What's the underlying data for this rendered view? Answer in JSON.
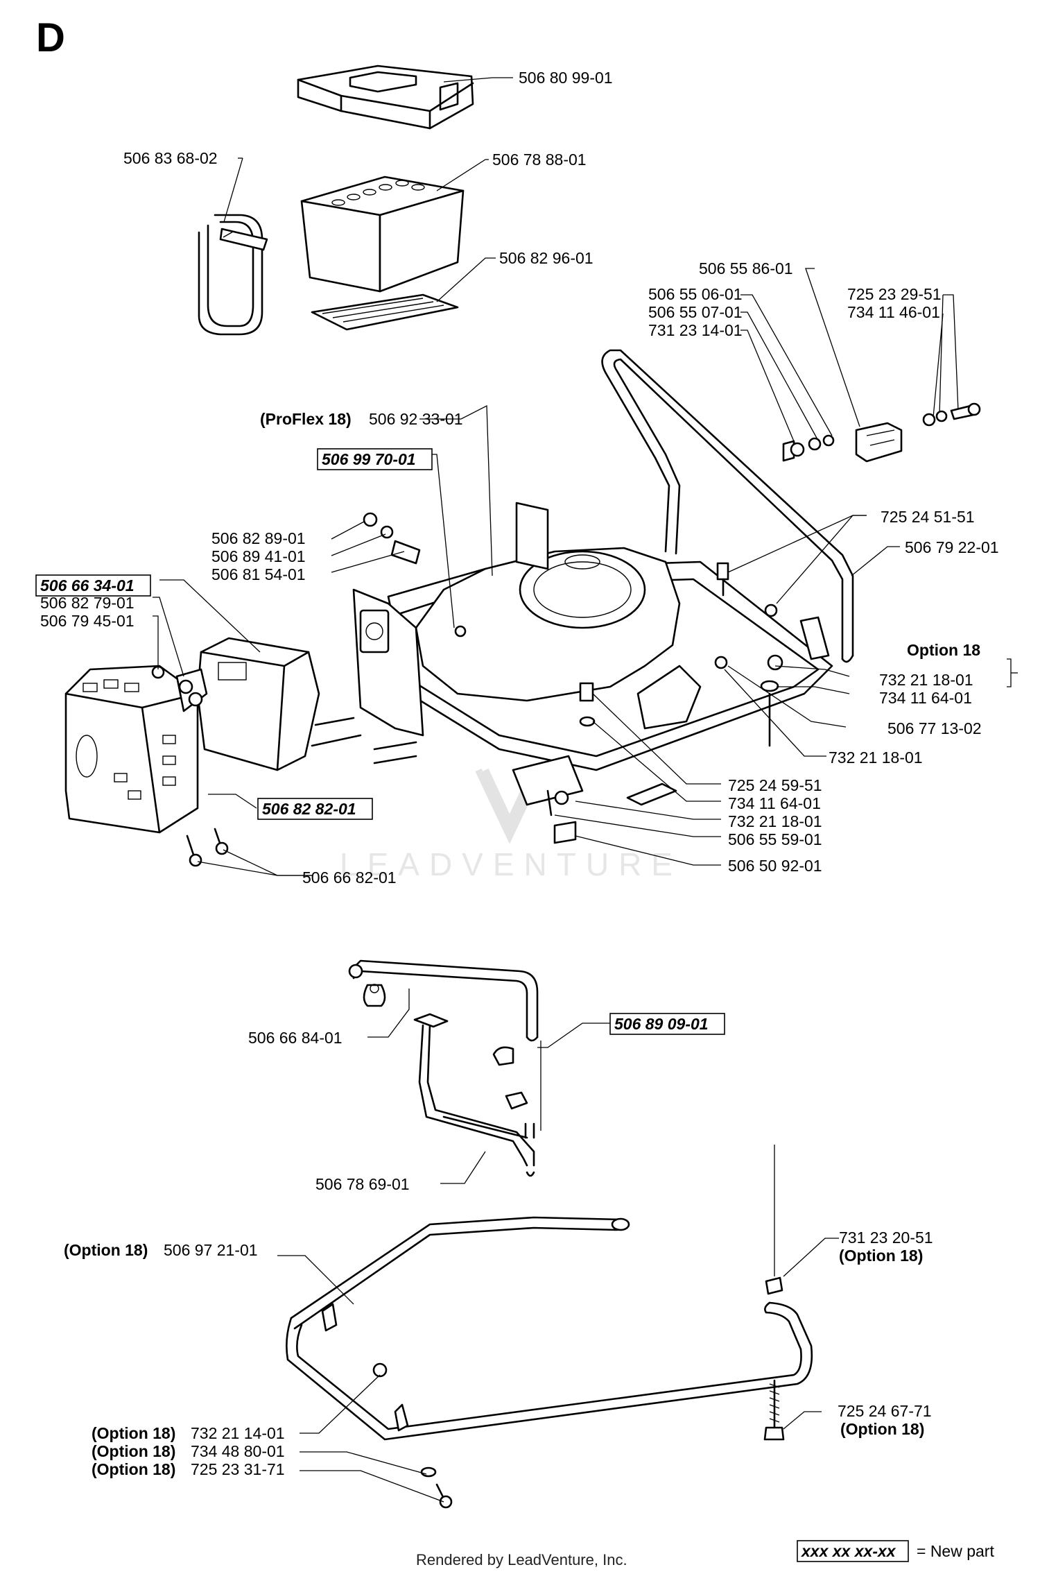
{
  "page": {
    "section_letter": "D",
    "footer": "Rendered by LeadVenture, Inc.",
    "watermark": "LEADVENTURE",
    "legend": {
      "sample": "xxx xx xx-xx",
      "text": "= New part"
    }
  },
  "labels": {
    "p1": "506 80 99-01",
    "p2": "506 83 68-02",
    "p3": "506 78 88-01",
    "p4": "506 82 96-01",
    "p5": "506 55 86-01",
    "p6": "506 55 06-01",
    "p7": "506 55 07-01",
    "p8": "731 23 14-01",
    "p9": "725 23 29-51",
    "p10": "734 11 46-01",
    "p11_prefix": "(ProFlex 18)",
    "p11": "506 92 33-01",
    "p12": "506 99 70-01",
    "p13": "506 82 89-01",
    "p14": "506 89 41-01",
    "p15": "506 81 54-01",
    "p16": "506 66 34-01",
    "p17": "506 82 79-01",
    "p18": "506 79 45-01",
    "p19": "725 24 51-51",
    "p20": "506 79 22-01",
    "p21": "Option 18",
    "p22": "732 21 18-01",
    "p23": "734 11 64-01",
    "p24": "506 77 13-02",
    "p25": "732 21 18-01",
    "p26": "725 24 59-51",
    "p27": "734 11 64-01",
    "p28": "732 21 18-01",
    "p29": "506 55 59-01",
    "p30": "506 50 92-01",
    "p31": "506 82 82-01",
    "p32": "506 66 82-01",
    "p33": "506 66 84-01",
    "p34": "506 89 09-01",
    "p35": "506 78 69-01",
    "p36_prefix": "(Option 18)",
    "p36": "506 97 21-01",
    "p37": "731 23 20-51",
    "p37_note": "(Option 18)",
    "p38_prefix": "(Option 18)",
    "p38": "732 21 14-01",
    "p39_prefix": "(Option 18)",
    "p39": "734 48 80-01",
    "p40_prefix": "(Option 18)",
    "p40": "725 23 31-71",
    "p41": "725 24 67-71",
    "p41_note": "(Option 18)"
  }
}
